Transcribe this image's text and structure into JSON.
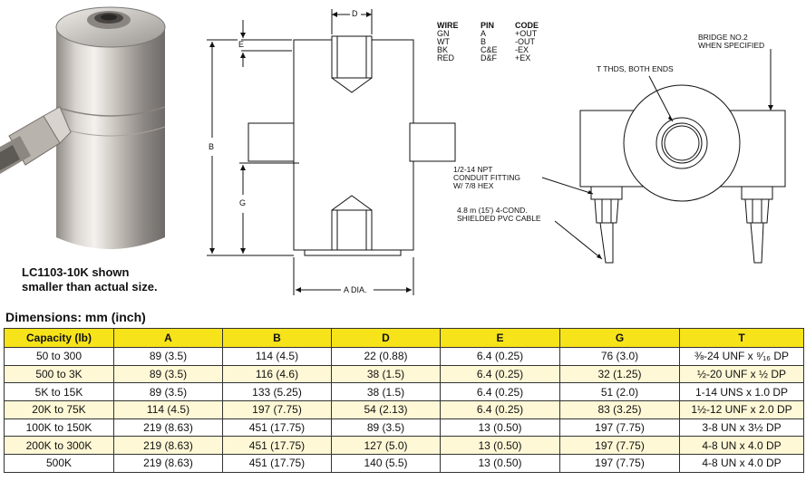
{
  "photo_caption": {
    "line1": "LC1103-10K shown",
    "line2": "smaller than actual size."
  },
  "drawing": {
    "dim_labels": {
      "d": "D",
      "e": "E",
      "b": "B",
      "g": "G",
      "a": "A DIA."
    },
    "wiring": {
      "headers": [
        "WIRE",
        "PIN",
        "CODE"
      ],
      "rows": [
        [
          "GN",
          "A",
          "+OUT"
        ],
        [
          "WT",
          "B",
          "-OUT"
        ],
        [
          "BK",
          "C&E",
          "-EX"
        ],
        [
          "RED",
          "D&F",
          "+EX"
        ]
      ]
    },
    "bridge_note": {
      "line1": "BRIDGE NO.2",
      "line2": "WHEN SPECIFIED"
    },
    "thread_note": "T THDS, BOTH ENDS",
    "conduit_note": {
      "line1": "1/2-14 NPT",
      "line2": "CONDUIT FITTING",
      "line3": "W/ 7/8 HEX"
    },
    "cable_note": {
      "line1": "4.8 m (15') 4-COND.",
      "line2": "SHIELDED PVC CABLE"
    }
  },
  "table": {
    "title": "Dimensions: mm (inch)",
    "headers": [
      "Capacity (lb)",
      "A",
      "B",
      "D",
      "E",
      "G",
      "T"
    ],
    "rows": [
      [
        "50 to 300",
        "89 (3.5)",
        "114 (4.5)",
        "22 (0.88)",
        "6.4 (0.25)",
        "76 (3.0)",
        "⅜-24 UNF x ⁹⁄₁₆ DP"
      ],
      [
        "500 to 3K",
        "89 (3.5)",
        "116 (4.6)",
        "38 (1.5)",
        "6.4 (0.25)",
        "32 (1.25)",
        "½-20 UNF x ½ DP"
      ],
      [
        "5K to 15K",
        "89 (3.5)",
        "133 (5.25)",
        "38 (1.5)",
        "6.4 (0.25)",
        "51 (2.0)",
        "1-14 UNS x 1.0 DP"
      ],
      [
        "20K to 75K",
        "114 (4.5)",
        "197 (7.75)",
        "54 (2.13)",
        "6.4 (0.25)",
        "83 (3.25)",
        "1½-12 UNF x 2.0 DP"
      ],
      [
        "100K to 150K",
        "219 (8.63)",
        "451 (17.75)",
        "89 (3.5)",
        "13 (0.50)",
        "197 (7.75)",
        "3-8 UN x 3½ DP"
      ],
      [
        "200K to 300K",
        "219 (8.63)",
        "451 (17.75)",
        "127 (5.0)",
        "13 (0.50)",
        "197 (7.75)",
        "4-8 UN x 4.0 DP"
      ],
      [
        "500K",
        "219 (8.63)",
        "451 (17.75)",
        "140 (5.5)",
        "13 (0.50)",
        "197 (7.75)",
        "4-8 UN x 4.0 DP"
      ]
    ]
  }
}
